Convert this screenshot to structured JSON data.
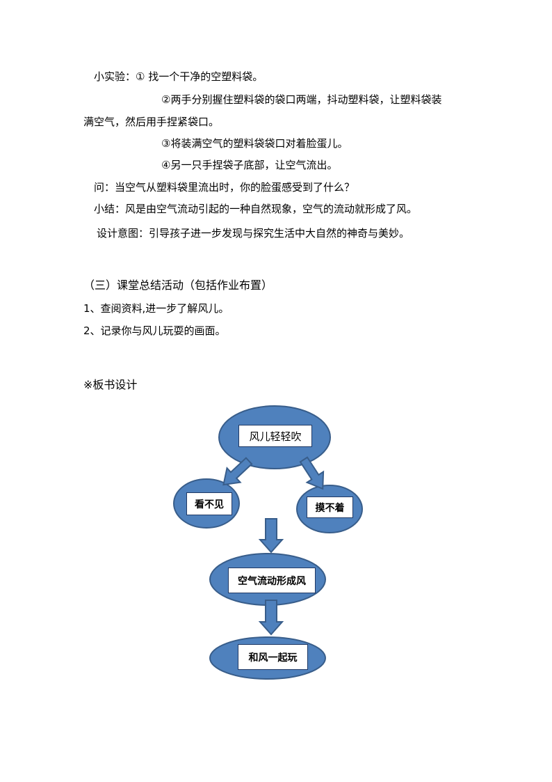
{
  "experiment": {
    "step1": "小实验：① 找一个干净的空塑料袋。",
    "step2a": "②两手分别握住塑料袋的袋口两端，抖动塑料袋，让塑料袋装",
    "step2b": "满空气，然后用手捏紧袋口。",
    "step3": "③将装满空气的塑料袋袋口对着脸蛋儿。",
    "step4": "④另一只手捏袋子底部，让空气流出。",
    "question": "问：当空气从塑料袋里流出时，你的脸蛋感受到了什么？",
    "summary": "小结：风是由空气流动引起的一种自然现象，空气的流动就形成了风。",
    "intent": "设计意图：引导孩子进一步发现与探究生活中大自然的神奇与美妙。"
  },
  "section3": {
    "title": "（三）课堂总结活动（包括作业布置）",
    "items": [
      "1、查阅资料,进一步了解风儿。",
      "2、记录你与风儿玩耍的画面。"
    ]
  },
  "board": {
    "title": "※板书设计",
    "nodes": {
      "top": "风儿轻轻吹",
      "left": "看不见",
      "right": "摸不着",
      "middle": "空气流动形成风",
      "bottom": "和风一起玩"
    },
    "fill_color": "#4f81bd",
    "stroke_color": "#385d8a"
  }
}
